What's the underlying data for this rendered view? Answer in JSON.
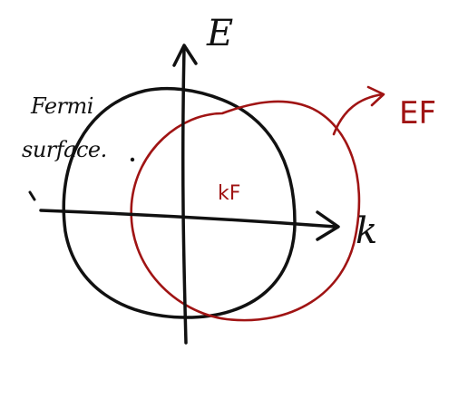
{
  "labels": {
    "energy_axis": "E",
    "momentum_axis": "k",
    "fermi_line1": "Fermi",
    "fermi_line2": "surface.",
    "center_label": "kF",
    "fermi_energy": "EF"
  },
  "colors": {
    "ink": "#111111",
    "red_ink": "#a01414",
    "background": "#ffffff"
  },
  "elements": {
    "black_circle": "fermi-surface-at-rest",
    "red_circle": "shifted-fermi-surface"
  }
}
